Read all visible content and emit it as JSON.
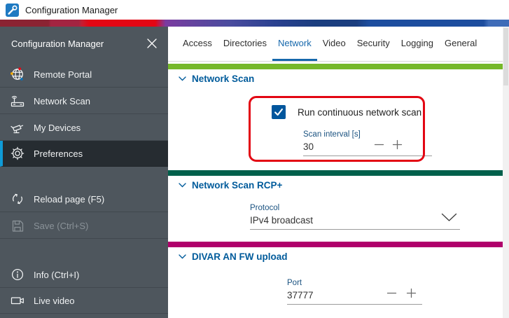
{
  "window": {
    "title": "Configuration Manager"
  },
  "sidebar": {
    "title": "Configuration Manager",
    "items": [
      {
        "label": "Remote Portal",
        "icon": "remote-portal-globe-icon",
        "state": "normal"
      },
      {
        "label": "Network Scan",
        "icon": "network-scan-icon",
        "state": "normal"
      },
      {
        "label": "My Devices",
        "icon": "camera-icon",
        "state": "normal"
      },
      {
        "label": "Preferences",
        "icon": "gear-icon",
        "state": "selected"
      },
      {
        "label": "Reload page (F5)",
        "icon": "reload-icon",
        "state": "normal"
      },
      {
        "label": "Save (Ctrl+S)",
        "icon": "save-icon",
        "state": "disabled"
      },
      {
        "label": "Info (Ctrl+I)",
        "icon": "info-icon",
        "state": "normal"
      },
      {
        "label": "Live video",
        "icon": "video-camera-icon",
        "state": "normal"
      }
    ]
  },
  "tabs": {
    "selected": "Network",
    "items": [
      "Access",
      "Directories",
      "Network",
      "Video",
      "Security",
      "Logging",
      "General"
    ]
  },
  "content": {
    "sections": [
      {
        "title": "Network Scan",
        "accent_color": "#76B82A",
        "checkbox": {
          "label": "Run continuous network scan",
          "checked": true
        },
        "field": {
          "label": "Scan interval [s]",
          "value": "30",
          "control": "stepper"
        }
      },
      {
        "title": "Network Scan RCP+",
        "accent_color": "#00604B",
        "field": {
          "label": "Protocol",
          "value": "IPv4 broadcast",
          "control": "dropdown"
        }
      },
      {
        "title": "DIVAR AN FW upload",
        "accent_color": "#B0006B",
        "field": {
          "label": "Port",
          "value": "37777",
          "control": "stepper"
        }
      }
    ],
    "annotation": {
      "shape": "rounded-rectangle",
      "color": "#E30613"
    }
  },
  "colors": {
    "bosch_blue": "#005B9B",
    "checkbox_blue": "#00569D",
    "tab_selected": "#1668AC",
    "sidebar_bg": "#4E565D",
    "sidebar_selected_bg": "#262C31",
    "sidebar_accent": "#0F9BD7",
    "green_bar": "#76B82A",
    "teal_bar": "#00604B",
    "magenta_bar": "#B0006B",
    "annotation_red": "#E30613"
  }
}
